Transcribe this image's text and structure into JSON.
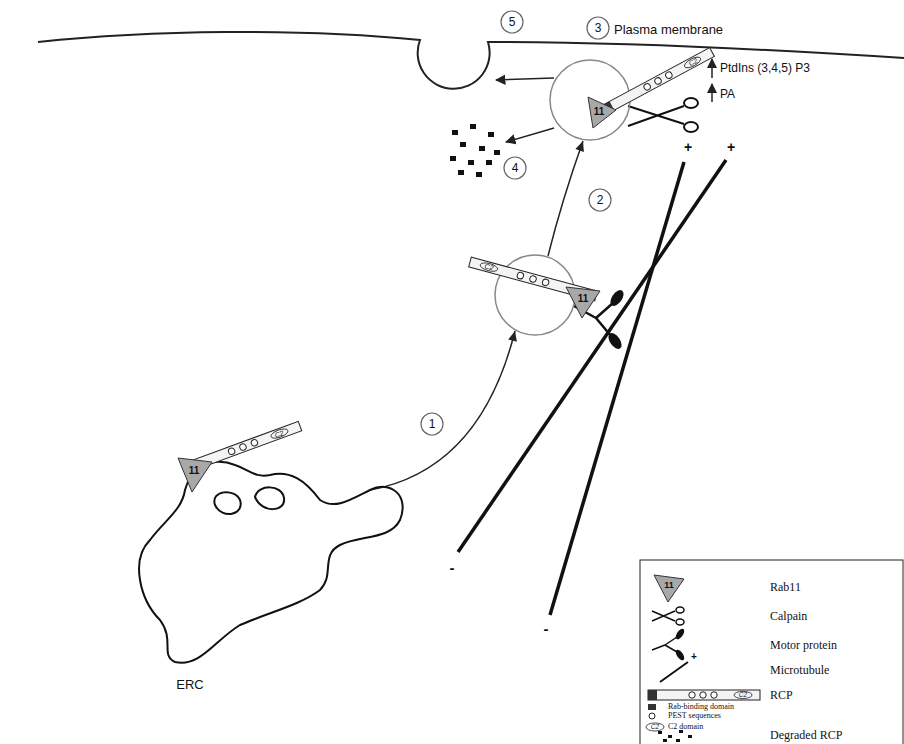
{
  "diagram": {
    "nodes": [
      {
        "text": [
          "11",
          "C2",
          "ERC"
        ]
      },
      {
        "text": [
          "11",
          "C2"
        ]
      },
      {
        "text": [
          "11",
          "C2"
        ]
      }
    ],
    "edges": [
      {
        "from": 0,
        "to": 1,
        "label": "1",
        "arrow": "to"
      },
      {
        "from": 1,
        "to": 2,
        "label": "2",
        "arrow": "to"
      }
    ],
    "labels": [
      "Plasma membrane",
      "3",
      "5",
      "4",
      "PtdIns (3,4,5) P3",
      "PA",
      "+",
      "+",
      "-",
      "-",
      "11",
      "C2",
      "C2",
      "+"
    ],
    "legend": [
      {
        "text": "Rab11"
      },
      {
        "text": "Calpain"
      },
      {
        "text": "Motor protein"
      },
      {
        "text": "Microtubule"
      },
      {
        "text": "RCP"
      },
      {
        "text": "Rab-binding domain"
      },
      {
        "text": "PEST sequences"
      },
      {
        "text": "C2 domain"
      },
      {
        "text": "Degraded RCP"
      }
    ]
  }
}
